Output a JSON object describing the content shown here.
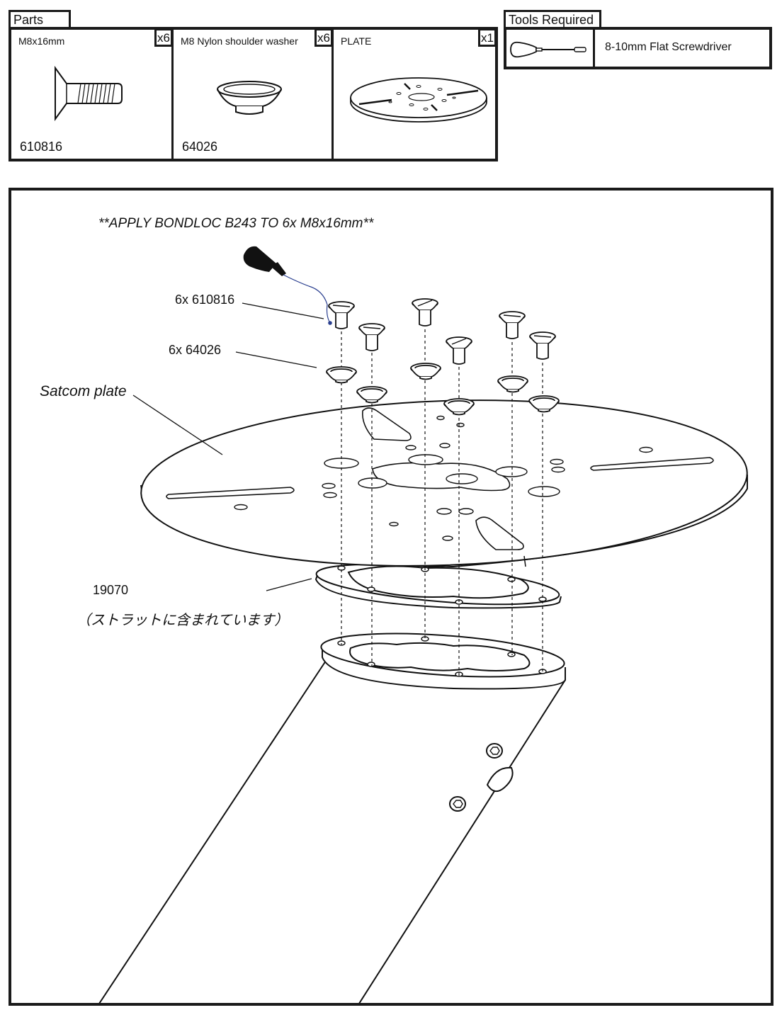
{
  "parts_list": {
    "title": "Parts List",
    "items": [
      {
        "name": "M8x16mm",
        "qty": "x6",
        "code": "610816",
        "icon": "countersunk-screw-icon"
      },
      {
        "name": "M8 Nylon shoulder washer",
        "qty": "x6",
        "code": "64026",
        "icon": "shoulder-washer-icon"
      },
      {
        "name": "PLATE",
        "qty": "x1",
        "code": "",
        "icon": "plate-icon"
      }
    ]
  },
  "tools": {
    "title": "Tools Required",
    "items": [
      {
        "name": "8-10mm Flat Screwdriver",
        "icon": "flat-screwdriver-icon"
      }
    ]
  },
  "diagram": {
    "note": "**APPLY BONDLOC B243 TO 6x M8x16mm**",
    "labels": {
      "screws": "6x 610816",
      "washers": "6x 64026",
      "plate": "Satcom plate",
      "gasket_code": "19070",
      "gasket_note": "（ストラットに含まれています）"
    }
  }
}
